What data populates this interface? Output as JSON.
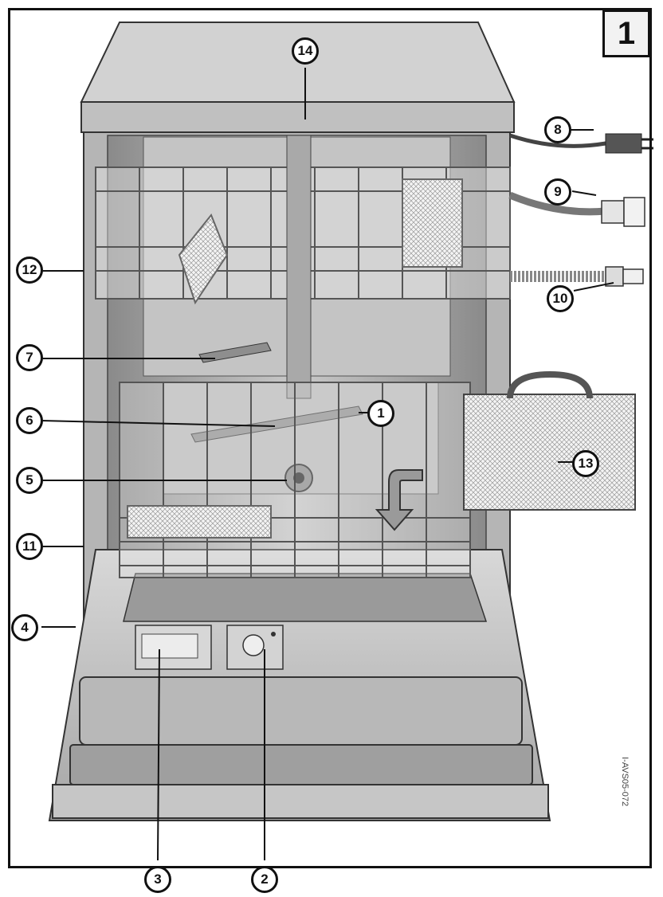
{
  "figure_number": "1",
  "document_reference": "I-AVS05-072",
  "callouts": {
    "c1": "1",
    "c2": "2",
    "c3": "3",
    "c4": "4",
    "c5": "5",
    "c6": "6",
    "c7": "7",
    "c8": "8",
    "c9": "9",
    "c10": "10",
    "c11": "11",
    "c12": "12",
    "c13": "13",
    "c14": "14"
  }
}
